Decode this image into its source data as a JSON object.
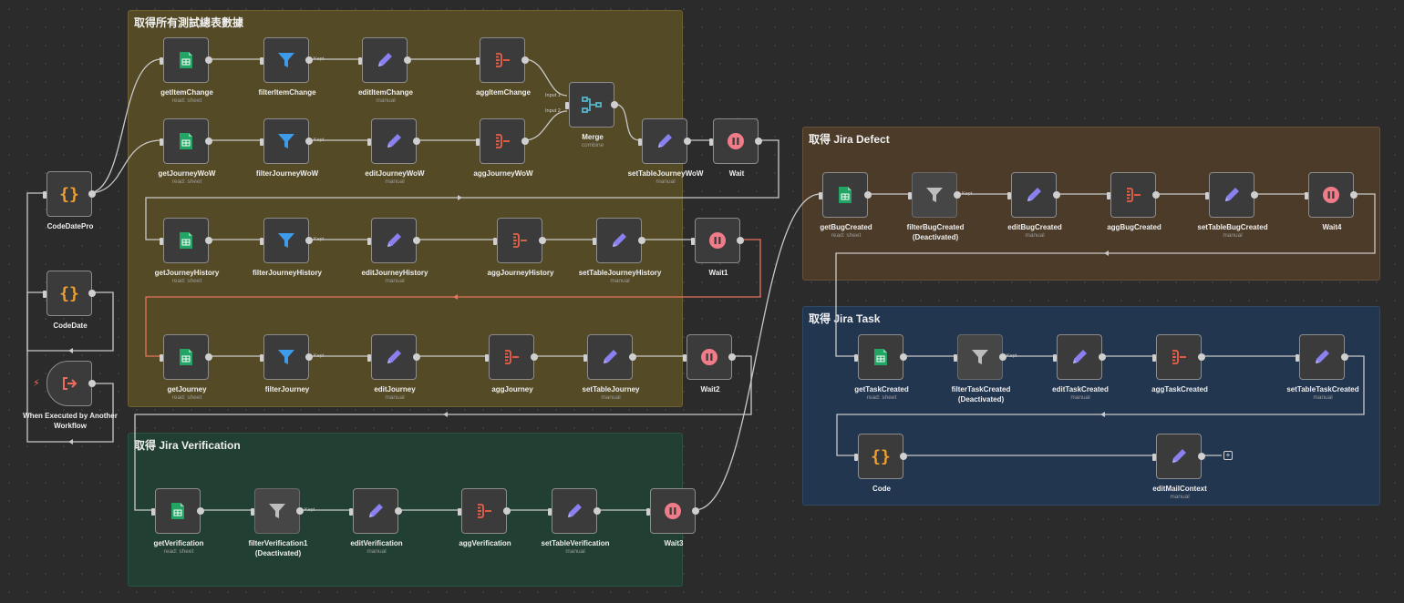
{
  "groups": {
    "main": "取得所有測試總表數據",
    "defect": "取得 Jira Defect",
    "task": "取得 Jira Task",
    "verification": "取得 Jira Verification"
  },
  "nodes": {
    "codeDatePro": {
      "label": "CodeDatePro",
      "icon": "code-braces-icon"
    },
    "codeDate": {
      "label": "CodeDate",
      "icon": "code-braces-icon"
    },
    "trigger": {
      "label": "When Executed by Another Workflow",
      "icon": "workflow-trigger-icon"
    },
    "getItemChange": {
      "label": "getItemChange",
      "sub": "read: sheet",
      "icon": "google-sheets-icon"
    },
    "filterItemChange": {
      "label": "filterItemChange",
      "icon": "filter-icon"
    },
    "editItemChange": {
      "label": "editItemChange",
      "sub": "manual",
      "icon": "pencil-icon"
    },
    "aggItemChange": {
      "label": "aggItemChange",
      "icon": "aggregate-icon"
    },
    "merge": {
      "label": "Merge",
      "sub": "combine",
      "icon": "merge-icon"
    },
    "getJourneyWoW": {
      "label": "getJourneyWoW",
      "sub": "read: sheet",
      "icon": "google-sheets-icon"
    },
    "filterJourneyWoW": {
      "label": "filterJourneyWoW",
      "icon": "filter-icon"
    },
    "editJourneyWoW": {
      "label": "editJourneyWoW",
      "sub": "manual",
      "icon": "pencil-icon"
    },
    "aggJourneyWoW": {
      "label": "aggJourneyWoW",
      "icon": "aggregate-icon"
    },
    "setTableJourneyWoW": {
      "label": "setTableJourneyWoW",
      "sub": "manual",
      "icon": "pencil-icon"
    },
    "wait": {
      "label": "Wait",
      "icon": "pause-icon"
    },
    "getJourneyHistory": {
      "label": "getJourneyHistory",
      "sub": "read: sheet",
      "icon": "google-sheets-icon"
    },
    "filterJourneyHistory": {
      "label": "filterJourneyHistory",
      "icon": "filter-icon"
    },
    "editJourneyHistory": {
      "label": "editJourneyHistory",
      "sub": "manual",
      "icon": "pencil-icon"
    },
    "aggJourneyHistory": {
      "label": "aggJourneyHistory",
      "icon": "aggregate-icon"
    },
    "setTableJourneyHistory": {
      "label": "setTableJourneyHistory",
      "sub": "manual",
      "icon": "pencil-icon"
    },
    "wait1": {
      "label": "Wait1",
      "icon": "pause-icon"
    },
    "getJourney": {
      "label": "getJourney",
      "sub": "read: sheet",
      "icon": "google-sheets-icon"
    },
    "filterJourney": {
      "label": "filterJourney",
      "icon": "filter-icon"
    },
    "editJourney": {
      "label": "editJourney",
      "sub": "manual",
      "icon": "pencil-icon"
    },
    "aggJourney": {
      "label": "aggJourney",
      "icon": "aggregate-icon"
    },
    "setTableJourney": {
      "label": "setTableJourney",
      "sub": "manual",
      "icon": "pencil-icon"
    },
    "wait2": {
      "label": "Wait2",
      "icon": "pause-icon"
    },
    "getVerification": {
      "label": "getVerification",
      "sub": "read: sheet",
      "icon": "google-sheets-icon"
    },
    "filterVerification1": {
      "label": "filterVerification1",
      "deactivated": "(Deactivated)",
      "icon": "filter-icon"
    },
    "editVerification": {
      "label": "editVerification",
      "sub": "manual",
      "icon": "pencil-icon"
    },
    "aggVerification": {
      "label": "aggVerification",
      "icon": "aggregate-icon"
    },
    "setTableVerification": {
      "label": "setTableVerification",
      "sub": "manual",
      "icon": "pencil-icon"
    },
    "wait3": {
      "label": "Wait3",
      "icon": "pause-icon"
    },
    "getBugCreated": {
      "label": "getBugCreated",
      "sub": "read: sheet",
      "icon": "google-sheets-icon"
    },
    "filterBugCreated": {
      "label": "filterBugCreated",
      "deactivated": "(Deactivated)",
      "icon": "filter-icon"
    },
    "editBugCreated": {
      "label": "editBugCreated",
      "sub": "manual",
      "icon": "pencil-icon"
    },
    "aggBugCreated": {
      "label": "aggBugCreated",
      "icon": "aggregate-icon"
    },
    "setTableBugCreated": {
      "label": "setTableBugCreated",
      "sub": "manual",
      "icon": "pencil-icon"
    },
    "wait4": {
      "label": "Wait4",
      "icon": "pause-icon"
    },
    "getTaskCreated": {
      "label": "getTaskCreated",
      "sub": "read: sheet",
      "icon": "google-sheets-icon"
    },
    "filterTaskCreated": {
      "label": "filterTaskCreated",
      "deactivated": "(Deactivated)",
      "icon": "filter-icon"
    },
    "editTaskCreated": {
      "label": "editTaskCreated",
      "sub": "manual",
      "icon": "pencil-icon"
    },
    "aggTaskCreated": {
      "label": "aggTaskCreated",
      "icon": "aggregate-icon"
    },
    "setTableTaskCreated": {
      "label": "setTableTaskCreated",
      "sub": "manual",
      "icon": "pencil-icon"
    },
    "code": {
      "label": "Code",
      "icon": "code-braces-icon"
    },
    "editMailContext": {
      "label": "editMailContext",
      "sub": "manual",
      "icon": "pencil-icon"
    }
  },
  "edge_labels": {
    "kept": "Kept",
    "input1": "Input 1",
    "input2": "Input 2",
    "add": "+"
  },
  "colors": {
    "canvas": "#2b2b2b",
    "group_main": "#554a26",
    "group_defect": "#4c3b28",
    "group_task": "#233650",
    "group_verification": "#213f32",
    "sheets_green": "#21a464",
    "filter_blue": "#3d9be9",
    "pencil_purple": "#8a80ee",
    "aggregate_red": "#e8624a",
    "pause_pink": "#f07c8a",
    "merge_teal": "#55b5c6",
    "code_orange": "#f0a030",
    "wire": "#c9c9c9",
    "wire_error": "#e8745e"
  }
}
